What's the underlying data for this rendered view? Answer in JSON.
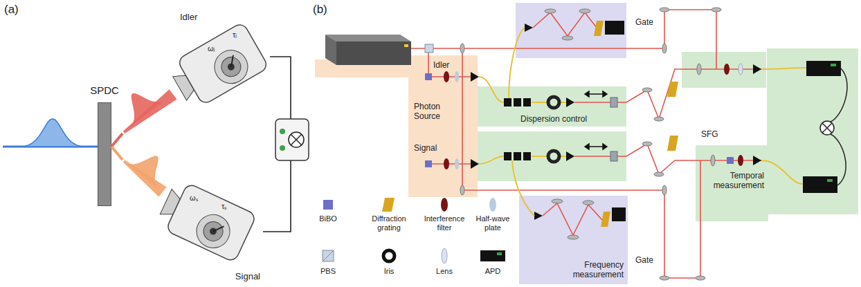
{
  "diagram": {
    "nodes": [
      {
        "text": [
          "SPDC"
        ]
      },
      {
        "text": [
          "Idler"
        ]
      },
      {
        "text": [
          "Signal"
        ]
      },
      {
        "text": [
          "Idler",
          "Photon Source",
          "Signal"
        ]
      },
      {
        "text": [
          "Dispersion control"
        ]
      },
      {
        "text": [
          "Frequency measurement"
        ]
      },
      {
        "text": [
          "SFG",
          "Temporal measurement"
        ]
      }
    ],
    "edges": [
      {
        "from": 0,
        "to": 1,
        "arrow": "none"
      },
      {
        "from": 0,
        "to": 2,
        "arrow": "none"
      },
      {
        "from": 1,
        "to": 2,
        "arrow": "none"
      }
    ],
    "labels": [
      "(a)",
      "(b)",
      "ωᵢ",
      "τᵢ",
      "ωₛ",
      "τₛ",
      "Gate",
      "Gate"
    ],
    "legend": [
      {
        "text": "BiBO"
      },
      {
        "text": "Diffraction grating"
      },
      {
        "text": "Interference filter"
      },
      {
        "text": "Half-wave plate"
      },
      {
        "text": "PBS"
      },
      {
        "text": "Iris"
      },
      {
        "text": "Lens"
      },
      {
        "text": "APD"
      }
    ]
  }
}
